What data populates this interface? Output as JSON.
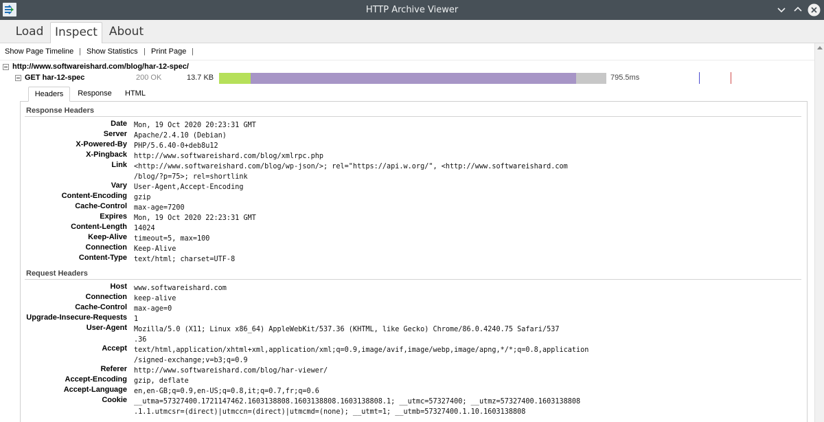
{
  "window": {
    "title": "HTTP Archive Viewer"
  },
  "tabs": {
    "load": "Load",
    "inspect": "Inspect",
    "about": "About"
  },
  "toolbar": {
    "show_page_timeline": "Show Page Timeline",
    "show_statistics": "Show Statistics",
    "print_page": "Print Page",
    "separator": "|"
  },
  "page": {
    "url": "http://www.softwareishard.com/blog/har-12-spec/"
  },
  "entry": {
    "label": "GET har-12-spec",
    "status": "200 OK",
    "size": "13.7 KB",
    "time": "795.5ms",
    "timing_ms": {
      "blocked": 46,
      "wait": 474,
      "receive": 44
    },
    "colors": {
      "blocked": "#b6e05a",
      "wait": "#a795c6",
      "receive": "#c7c7c7",
      "dom_loaded": "#4a4ad0",
      "page_loaded": "#d04a4a"
    }
  },
  "inner_tabs": {
    "headers": "Headers",
    "response": "Response",
    "html": "HTML"
  },
  "response_headers": {
    "title": "Response Headers",
    "items": [
      {
        "name": "Date",
        "value": "Mon, 19 Oct 2020 20:23:31 GMT"
      },
      {
        "name": "Server",
        "value": "Apache/2.4.10 (Debian)"
      },
      {
        "name": "X-Powered-By",
        "value": "PHP/5.6.40-0+deb8u12"
      },
      {
        "name": "X-Pingback",
        "value": "http://www.softwareishard.com/blog/xmlrpc.php"
      },
      {
        "name": "Link",
        "value": "<http://www.softwareishard.com/blog/wp-json/>; rel=\"https://api.w.org/\", <http://www.softwareishard.com\n/blog/?p=75>; rel=shortlink"
      },
      {
        "name": "Vary",
        "value": "User-Agent,Accept-Encoding"
      },
      {
        "name": "Content-Encoding",
        "value": "gzip"
      },
      {
        "name": "Cache-Control",
        "value": "max-age=7200"
      },
      {
        "name": "Expires",
        "value": "Mon, 19 Oct 2020 22:23:31 GMT"
      },
      {
        "name": "Content-Length",
        "value": "14024"
      },
      {
        "name": "Keep-Alive",
        "value": "timeout=5, max=100"
      },
      {
        "name": "Connection",
        "value": "Keep-Alive"
      },
      {
        "name": "Content-Type",
        "value": "text/html; charset=UTF-8"
      }
    ]
  },
  "request_headers": {
    "title": "Request Headers",
    "items": [
      {
        "name": "Host",
        "value": "www.softwareishard.com"
      },
      {
        "name": "Connection",
        "value": "keep-alive"
      },
      {
        "name": "Cache-Control",
        "value": "max-age=0"
      },
      {
        "name": "Upgrade-Insecure-Requests",
        "value": "1"
      },
      {
        "name": "User-Agent",
        "value": "Mozilla/5.0 (X11; Linux x86_64) AppleWebKit/537.36 (KHTML, like Gecko) Chrome/86.0.4240.75 Safari/537\n.36"
      },
      {
        "name": "Accept",
        "value": "text/html,application/xhtml+xml,application/xml;q=0.9,image/avif,image/webp,image/apng,*/*;q=0.8,application\n/signed-exchange;v=b3;q=0.9"
      },
      {
        "name": "Referer",
        "value": "http://www.softwareishard.com/blog/har-viewer/"
      },
      {
        "name": "Accept-Encoding",
        "value": "gzip, deflate"
      },
      {
        "name": "Accept-Language",
        "value": "en,en-GB;q=0.9,en-US;q=0.8,it;q=0.7,fr;q=0.6"
      },
      {
        "name": "Cookie",
        "value": "__utma=57327400.1721147462.1603138808.1603138808.1603138808.1; __utmc=57327400; __utmz=57327400.1603138808\n.1.1.utmcsr=(direct)|utmccn=(direct)|utmcmd=(none); __utmt=1; __utmb=57327400.1.10.1603138808"
      }
    ]
  }
}
